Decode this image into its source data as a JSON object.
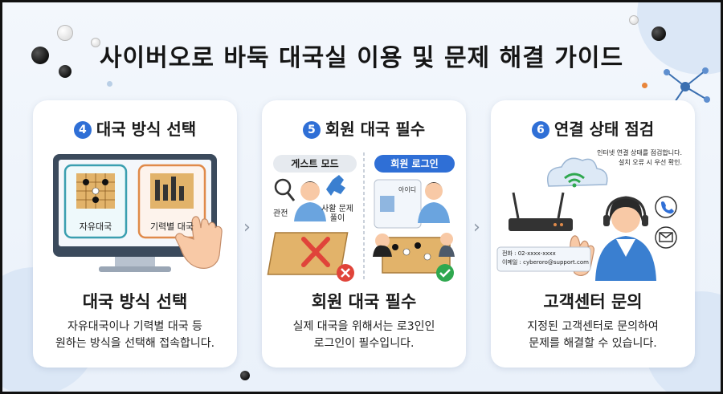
{
  "title": "사이버오로 바둑 대국실 이용 및 문제 해결 가이드",
  "cards": [
    {
      "number": "4",
      "heading": "대국 방식 선택",
      "options": [
        "자유대국",
        "기력별 대국"
      ],
      "subtitle": "대국 방식 선택",
      "desc_line1": "자유대국이나 기력별 대국 등",
      "desc_line2": "원하는 방식을 선택해 접속합니다."
    },
    {
      "number": "5",
      "heading": "회원 대국 필수",
      "guest_label": "게스트 모드",
      "member_label": "회원 로그인",
      "guest_item1": "관전",
      "guest_item2a": "사활 문제",
      "guest_item2b": "풀이",
      "card_id_label": "아이디",
      "subtitle": "회원 대국 필수",
      "desc_line1": "실제 대국을 위해서는 로3인인",
      "desc_line2": "로그인이 필수입니다."
    },
    {
      "number": "6",
      "heading": "연결 상태 점검",
      "bubble_line1": "인터넷 연결 상태를 점검합니다.",
      "bubble_line2": "설치 오류 시 우선 확인.",
      "contact_phone": "전화 : 02-xxxx-xxxx",
      "contact_email": "이메일 : cyberoro@support.com",
      "subtitle": "고객센터 문의",
      "desc_line1": "지정된 고객센터로 문의하여",
      "desc_line2": "문제를 해결할 수 있습니다."
    }
  ],
  "colors": {
    "accent": "#2f6fd6",
    "board": "#e2b36a",
    "red_x": "#e0443a",
    "green_check": "#2fa84f",
    "teal_border": "#3a9fb0",
    "orange_border": "#e08a4a"
  }
}
